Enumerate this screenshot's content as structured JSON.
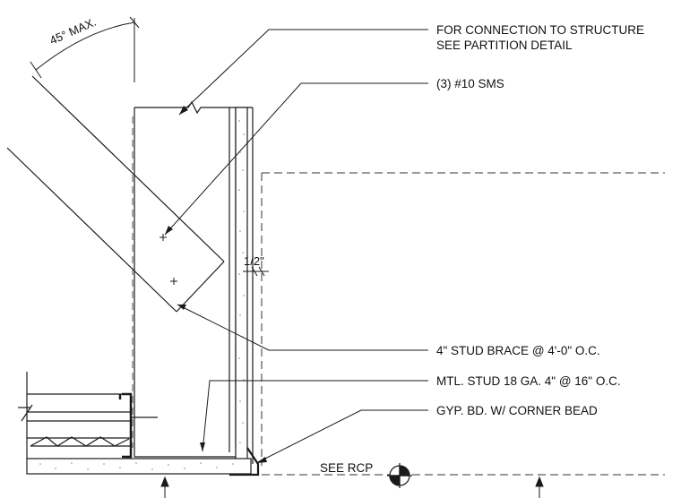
{
  "notes": {
    "connection_line1": "FOR CONNECTION TO STRUCTURE",
    "connection_line2": "SEE PARTITION DETAIL",
    "screws": "(3) #10 SMS",
    "stud_brace": "4\" STUD BRACE @ 4'-0\" O.C.",
    "mtl_stud": "MTL. STUD 18 GA. 4\" @ 16\" O.C.",
    "gyp_board": "GYP. BD. W/ CORNER BEAD",
    "see_rcp": "SEE RCP"
  },
  "dimensions": {
    "angle_max": "45° MAX.",
    "gap": "1/2\""
  },
  "colors": {
    "line": "#1a1a1a",
    "hatch": "#8a8a8a"
  }
}
